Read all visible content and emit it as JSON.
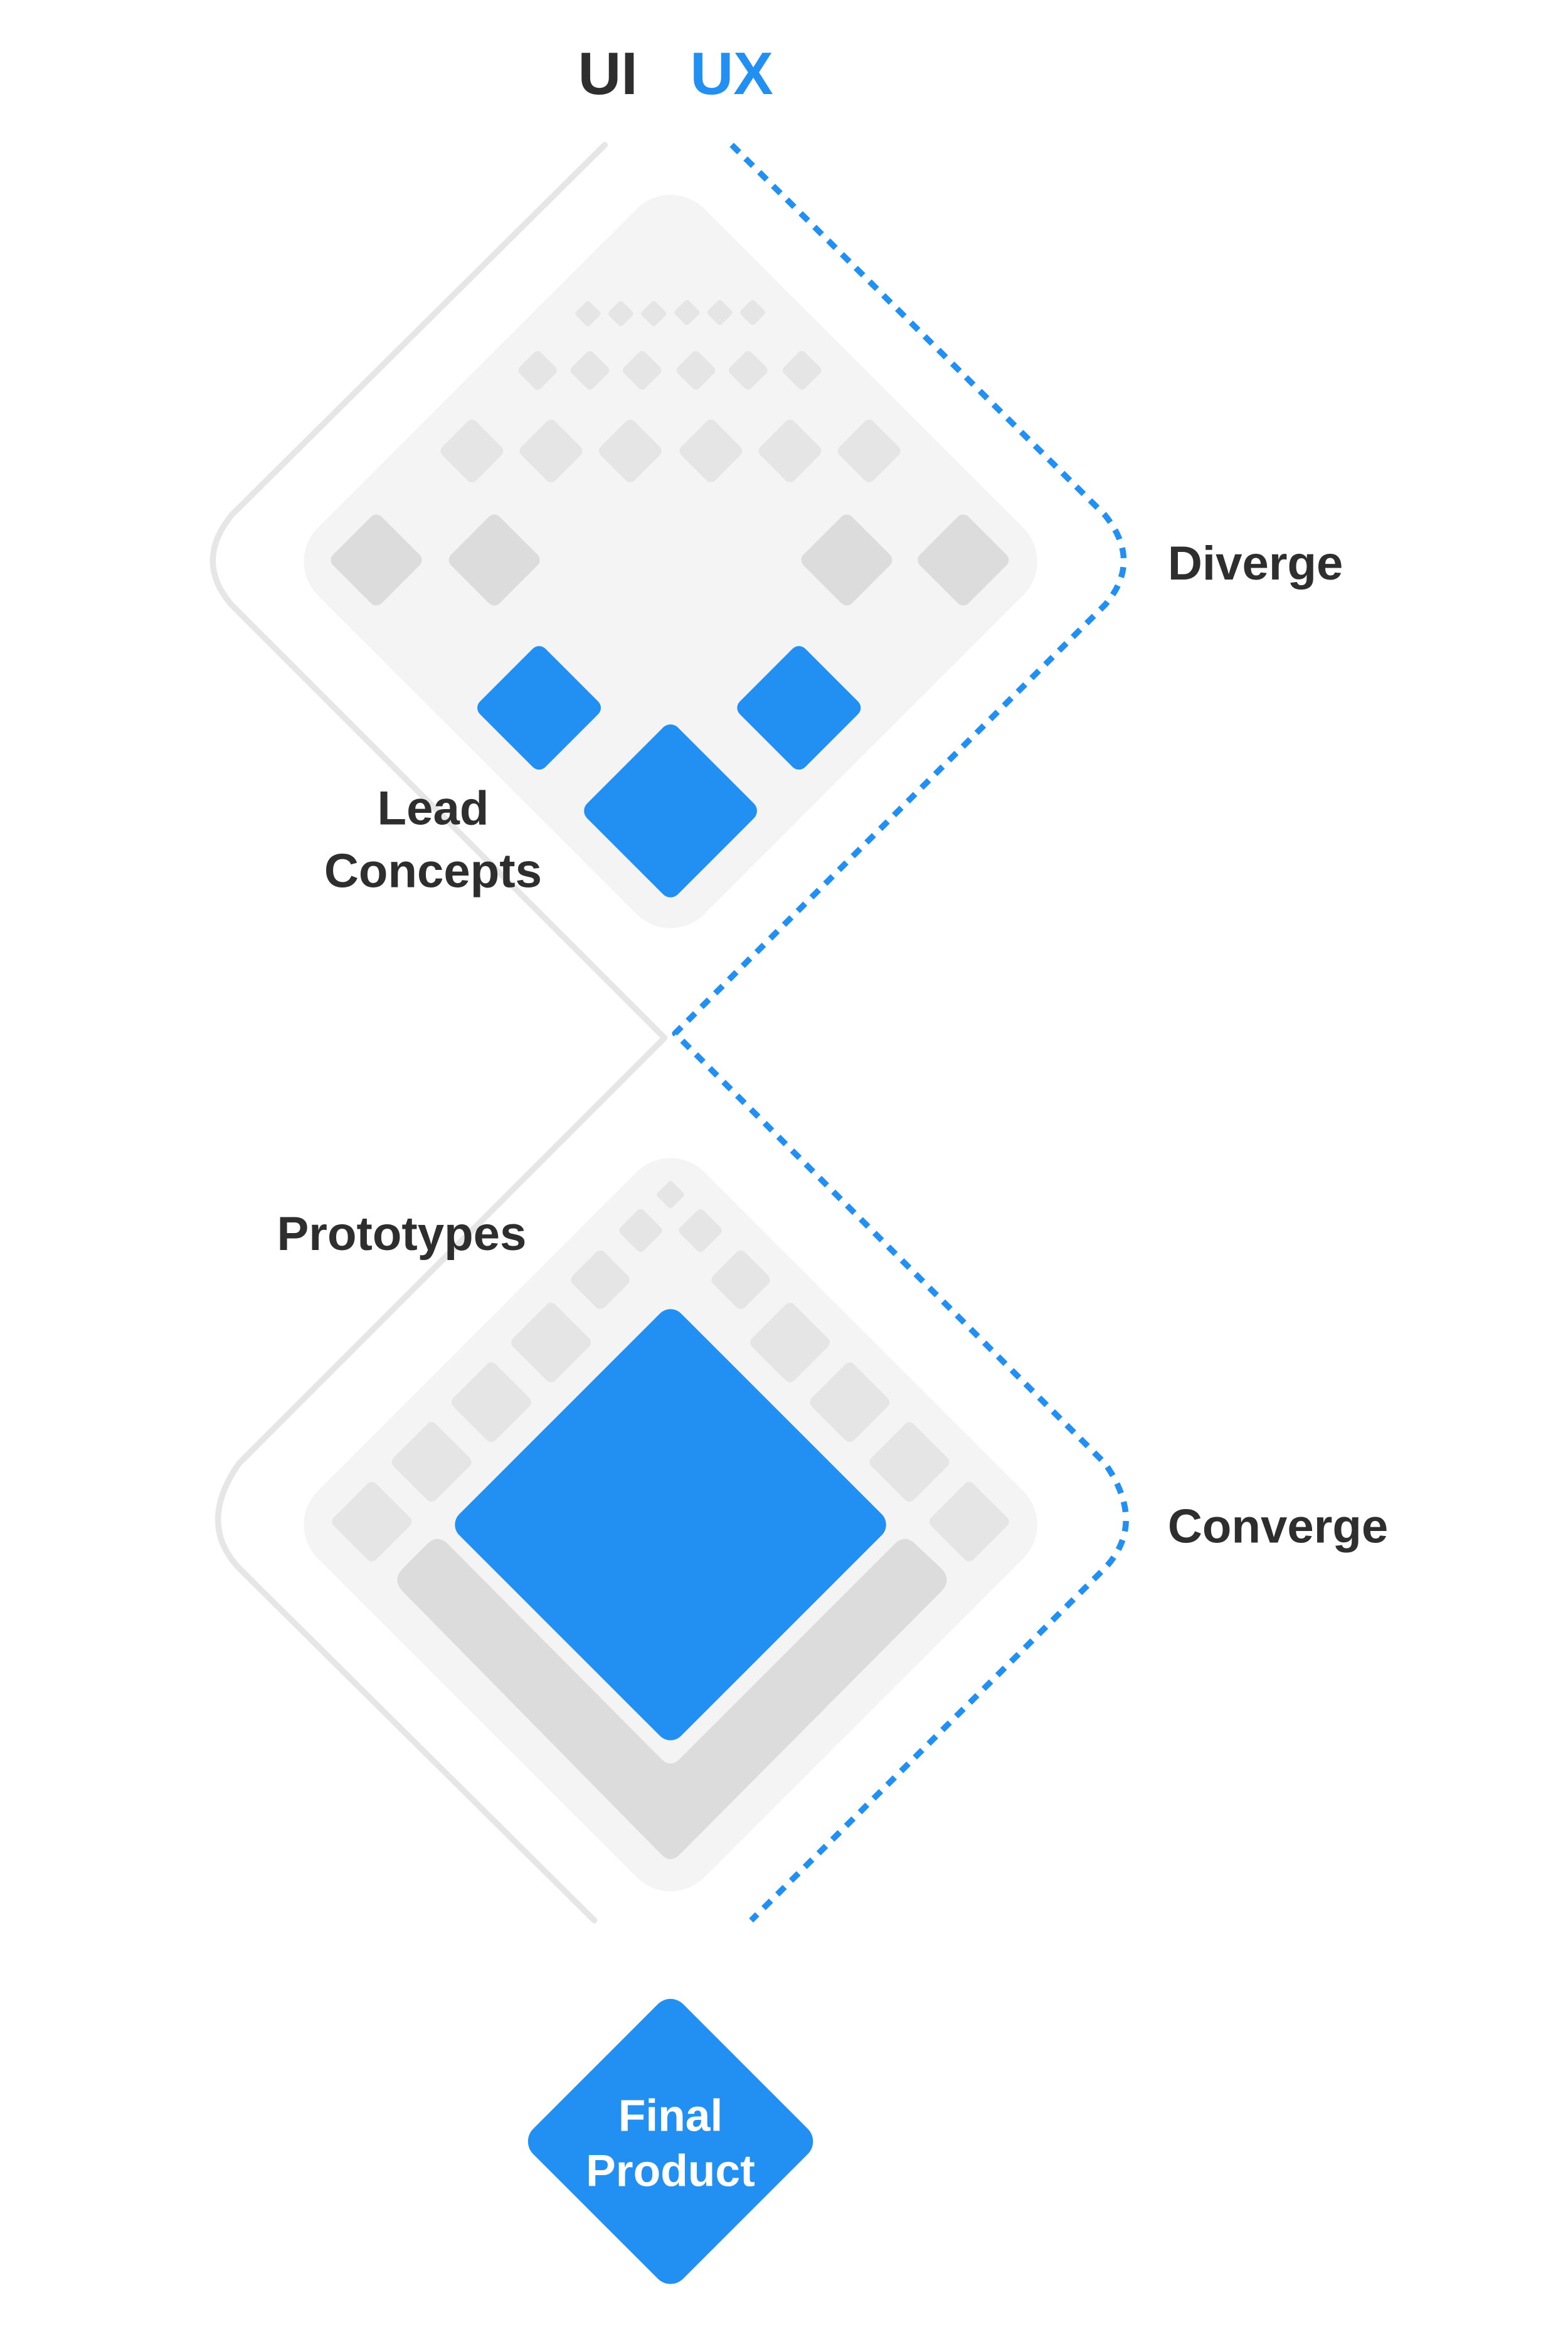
{
  "header": {
    "ui_label": "UI",
    "ux_label": "UX"
  },
  "labels": {
    "diverge": "Diverge",
    "lead_concepts_line1": "Lead",
    "lead_concepts_line2": "Concepts",
    "prototypes": "Prototypes",
    "converge": "Converge",
    "final_product_line1": "Final",
    "final_product_line2": "Product"
  },
  "colors": {
    "accent_blue": "#2290F2",
    "text_dark": "#2E2E2E",
    "panel_gray": "#F4F4F4",
    "tile_gray": "#E5E5E5",
    "tile_gray_dark": "#DCDCDC",
    "outline_gray": "#E6E6E6",
    "white": "#FFFFFF"
  }
}
